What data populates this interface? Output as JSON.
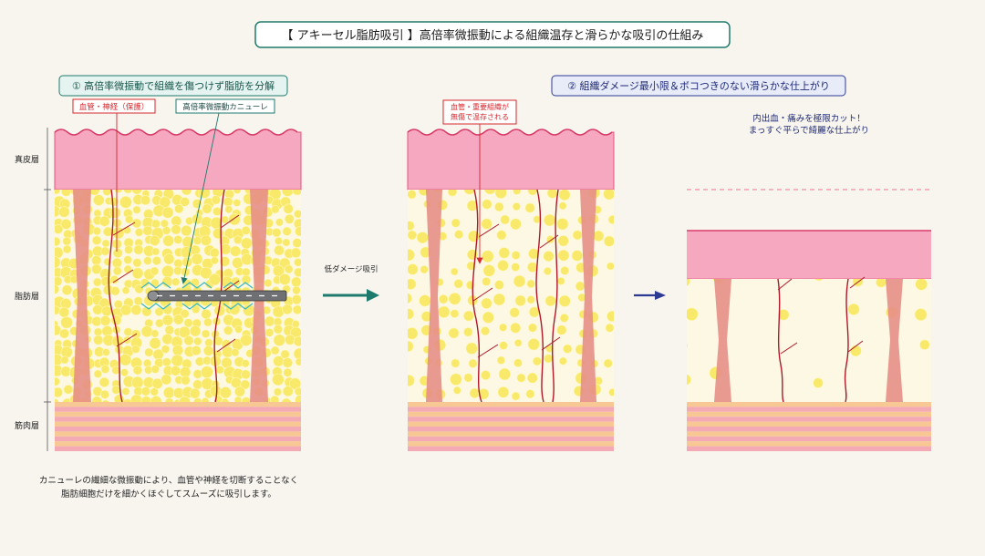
{
  "title": "【 アキーセル脂肪吸引 】高倍率微振動による組織温存と滑らかな吸引の仕組み",
  "step1": {
    "label": "① 高倍率微振動で組織を傷つけず脂肪を分解",
    "vessel_label": "血管・神経（保護）",
    "cannula_label": "高倍率微振動カニューレ"
  },
  "step2": {
    "label": "② 組織ダメージ最小限＆ボコつきのない滑らかな仕上がり",
    "preserved_label_line1": "血管・重要組織が",
    "preserved_label_line2": "無傷で温存される",
    "result_line1": "内出血・痛みを極限カット！",
    "result_line2": "まっすぐ平らで綺麗な仕上がり"
  },
  "layers": {
    "dermis": "真皮層",
    "fat": "脂肪層",
    "muscle": "筋肉層"
  },
  "arrow_label": "低ダメージ吸引",
  "caption": {
    "line1": "カニューレの繊細な微振動により、血管や神経を切断することなく",
    "line2": "脂肪細胞だけを細かくほぐしてスムーズに吸引します。"
  },
  "colors": {
    "background": "#f8f5ef",
    "dermis": "#f5a8c0",
    "dermis_edge": "#e8557e",
    "fat_bg": "#fdf8e4",
    "fat_cell": "#f9e96a",
    "vessel_column": "#e58f86",
    "nerve": "#b0182a",
    "muscle_a": "#f7c893",
    "muscle_b": "#f4aab5",
    "teal": "#1e7a6c",
    "navy": "#2c3a94",
    "red_label": "#d6282e",
    "cannula": "#6e7073"
  }
}
